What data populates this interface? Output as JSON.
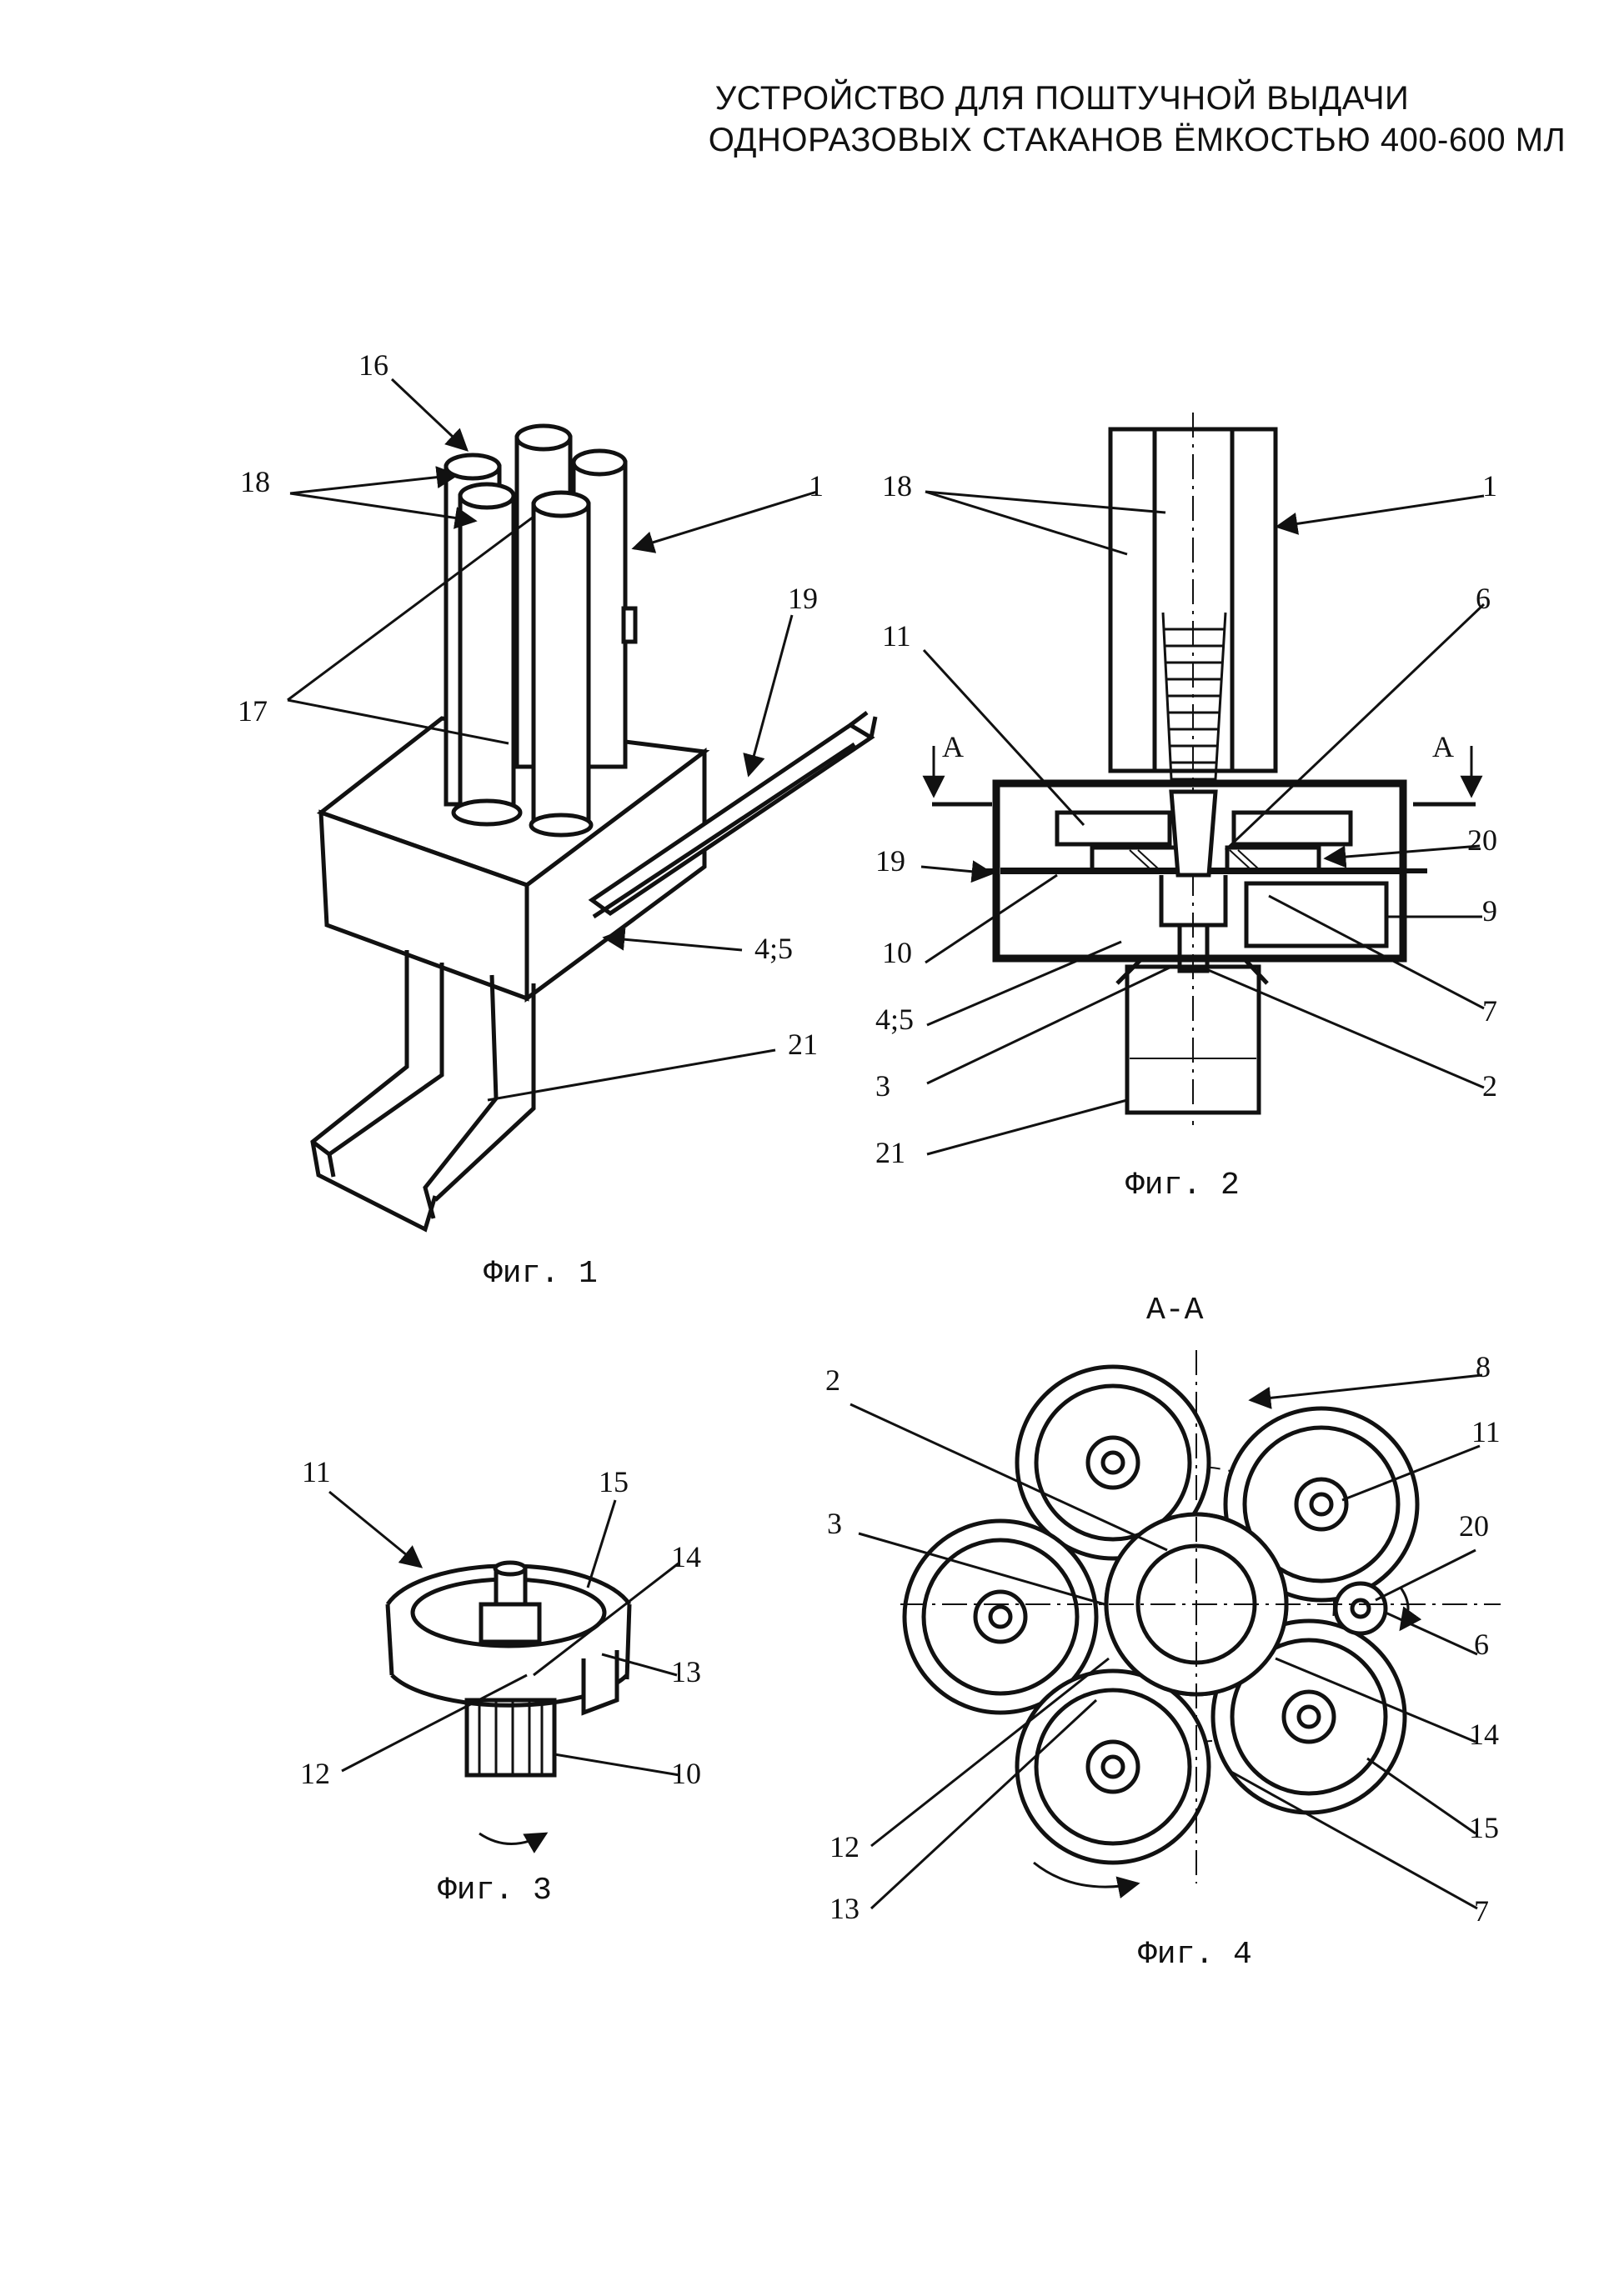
{
  "title": {
    "line1": "УСТРОЙСТВО ДЛЯ ПОШТУЧНОЙ ВЫДАЧИ",
    "line2": "ОДНОРАЗОВЫХ СТАКАНОВ ЁМКОСТЬЮ 400-600 МЛ"
  },
  "fig1": {
    "caption": "Фиг. 1",
    "labels": {
      "l16": "16",
      "l18": "18",
      "l1": "1",
      "l19": "19",
      "l17": "17",
      "l45": "4;5",
      "l21": "21"
    }
  },
  "fig2": {
    "caption": "Фиг. 2",
    "labels": {
      "l18": "18",
      "l1": "1",
      "l11": "11",
      "l6": "6",
      "lA_left": "A",
      "lA_right": "A",
      "l19": "19",
      "l20": "20",
      "l9": "9",
      "l10": "10",
      "l45": "4;5",
      "l7": "7",
      "l3": "3",
      "l2": "2",
      "l21": "21"
    }
  },
  "fig3": {
    "caption": "Фиг. 3",
    "labels": {
      "l11": "11",
      "l15": "15",
      "l14": "14",
      "l13": "13",
      "l12": "12",
      "l10": "10"
    }
  },
  "fig4": {
    "section": "A-A",
    "caption": "Фиг. 4",
    "labels": {
      "l2": "2",
      "l8": "8",
      "l11": "11",
      "l20": "20",
      "l3": "3",
      "l6": "6",
      "l14": "14",
      "l15": "15",
      "l12": "12",
      "l13": "13",
      "l7": "7"
    }
  },
  "colors": {
    "ink": "#111111",
    "paper": "#ffffff"
  }
}
